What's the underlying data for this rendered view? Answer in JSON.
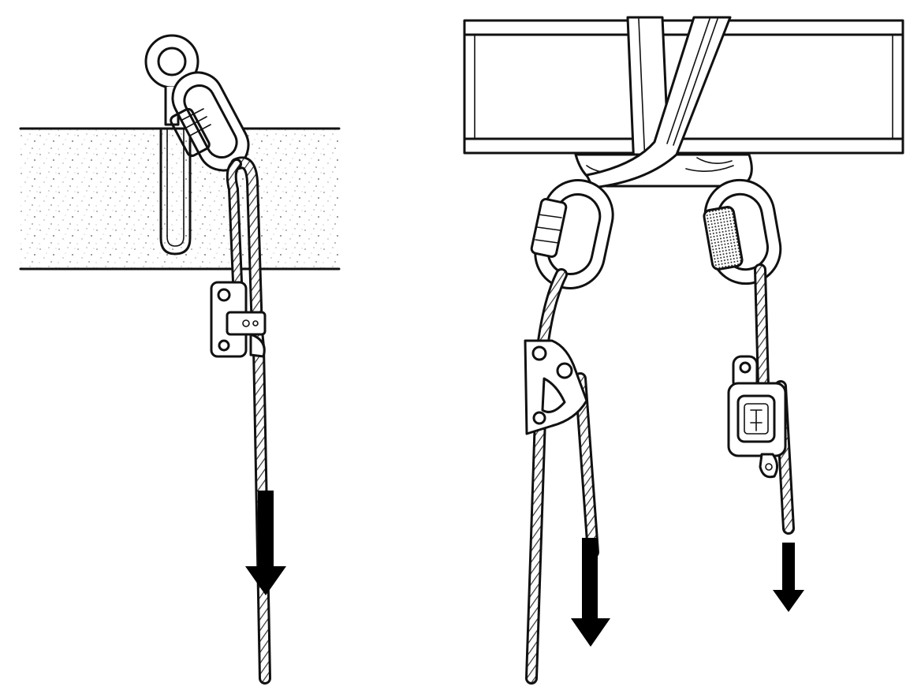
{
  "diagram": {
    "panels": [
      {
        "name": "concrete-anchor",
        "arrow_direction": "down"
      },
      {
        "name": "beam-anchor",
        "arrow_direction": "down"
      }
    ],
    "colors": {
      "line": "#111111",
      "fill": "#ffffff",
      "texture": "#9a9a9a",
      "rope": "#111111"
    },
    "icons": [
      "eye-bolt-icon",
      "carabiner-icon",
      "rope-clamp-icon",
      "fall-arrester-icon",
      "down-arrow-icon",
      "sling-icon",
      "i-beam-icon"
    ]
  }
}
